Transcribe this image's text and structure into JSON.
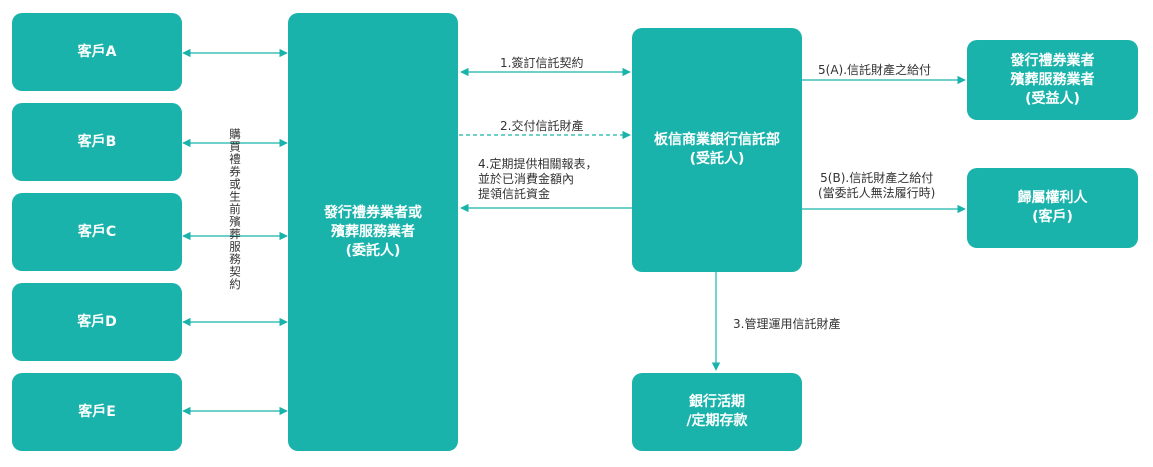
{
  "customers": [
    {
      "label": "客戶A"
    },
    {
      "label": "客戶B"
    },
    {
      "label": "客戶C"
    },
    {
      "label": "客戶D"
    },
    {
      "label": "客戶E"
    }
  ],
  "settlor": {
    "label": "發行禮券業者或\n殯葬服務業者\n(委託人)"
  },
  "trustee": {
    "label": "板信商業銀行信託部\n(受託人)"
  },
  "beneficiary": {
    "label": "發行禮券業者\n殯葬服務業者\n(受益人)"
  },
  "holder": {
    "label": "歸屬權利人\n(客戶)"
  },
  "deposit": {
    "label": "銀行活期\n/定期存款"
  },
  "flows": {
    "purchase": "購買禮券或生前殯葬服務契約",
    "f1": "1.簽訂信託契約",
    "f2": "2.交付信託財產",
    "f3": "3.管理運用信託財產",
    "f4": "4.定期提供相關報表，\n並於已消費金額內\n提領信託資金",
    "f5a": "5(A).信託財產之給付",
    "f5b": "5(B).信託財產之給付\n(當委託人無法履行時)"
  },
  "colors": {
    "box": "#19b3ab",
    "line": "#19b3ab",
    "text": "#333333"
  }
}
